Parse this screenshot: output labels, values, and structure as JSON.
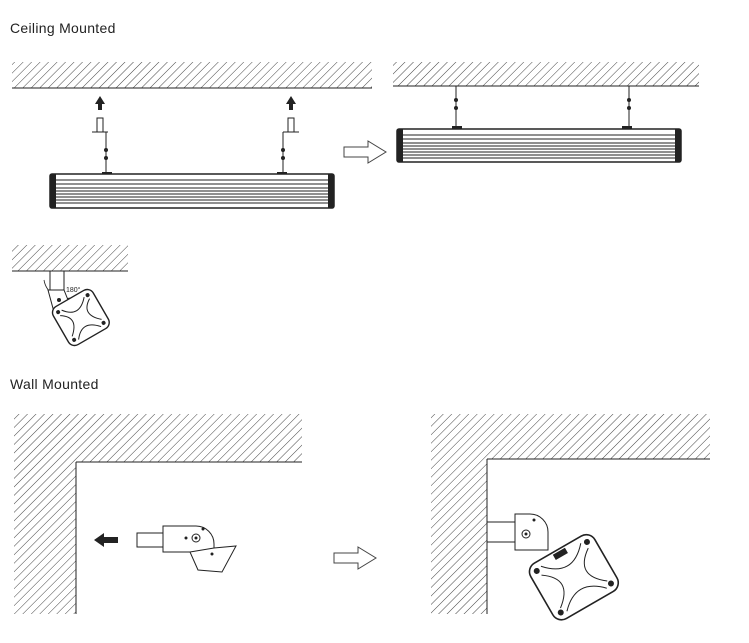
{
  "sections": {
    "ceiling": {
      "title": "Ceiling Mounted"
    },
    "wall": {
      "title": "Wall Mounted"
    }
  },
  "annotations": {
    "rotation_angle": "180°"
  },
  "colors": {
    "line": "#222222",
    "hatch": "#444444"
  }
}
